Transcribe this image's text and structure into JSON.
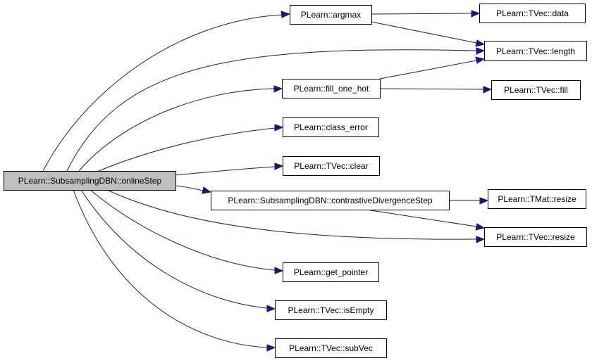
{
  "nodes": {
    "root": "PLearn::SubsamplingDBN::onlineStep",
    "argmax": "PLearn::argmax",
    "tvec_data": "PLearn::TVec::data",
    "tvec_length": "PLearn::TVec::length",
    "fill_one_hot": "PLearn::fill_one_hot",
    "tvec_fill": "PLearn::TVec::fill",
    "class_error": "PLearn::class_error",
    "tvec_clear": "PLearn::TVec::clear",
    "contrastive_divergence_step": "PLearn::SubsamplingDBN::contrastiveDivergenceStep",
    "tmat_resize": "PLearn::TMat::resize",
    "tvec_resize": "PLearn::TVec::resize",
    "get_pointer": "PLearn::get_pointer",
    "tvec_is_empty": "PLearn::TVec::isEmpty",
    "tvec_sub_vec": "PLearn::TVec::subVec"
  },
  "colors": {
    "edge": "#191970",
    "root_fill": "#bfbfbf",
    "node_fill": "#ffffff",
    "node_border": "#000000"
  }
}
